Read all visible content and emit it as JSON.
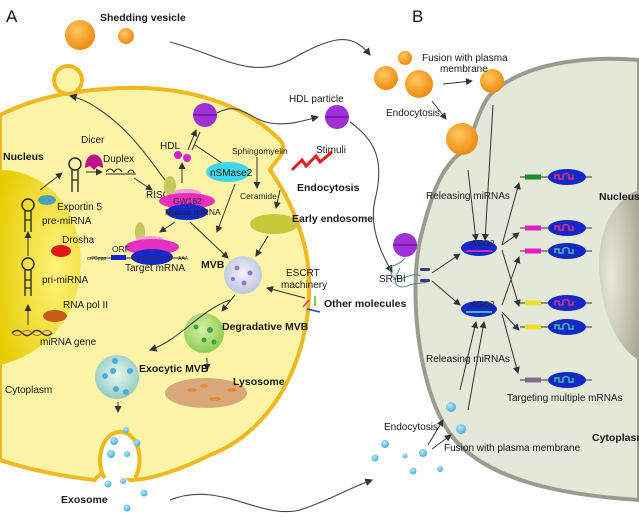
{
  "figure": {
    "panel_a_label": "A",
    "panel_b_label": "B"
  },
  "panel_a": {
    "shedding_vesicle": "Shedding vesicle",
    "nucleus": "Nucleus",
    "cytoplasm": "Cytoplasm",
    "exportin5": "Exportin 5",
    "pre_mirna": "pre-miRNA",
    "drosha": "Drosha",
    "pri_mirna": "pri-miRNA",
    "rna_pol2": "RNA pol II",
    "mirna_gene": "miRNA gene",
    "dicer": "Dicer",
    "duplex": "Duplex",
    "risc": "RISC",
    "gw182": "GW182",
    "mature_mirna": "Mature miRNA",
    "orf": "ORF",
    "cap": "m7Gppp",
    "polya": "AAA",
    "target_mrna": "Target mRNA",
    "hdl": "HDL",
    "hdl_particle": "HDL particle",
    "sphingomyelin": "Sphingomyelin",
    "nsmase2": "nSMase2",
    "ceramide": "Ceramide",
    "stimuli": "Stimuli",
    "endocytosis": "Endocytosis",
    "early_endosome": "Early endosome",
    "mvb": "MVB",
    "escrt": "ESCRT",
    "escrt2": "machinery",
    "other_molecules": "Other molecules",
    "degradative_mvb": "Degradative MVB",
    "lysosome": "Lysosome",
    "exocytic_mvb": "Exocytic MVB",
    "exosome": "Exosome"
  },
  "panel_b": {
    "fusion_top_1": "Fusion with plasma",
    "fusion_top_2": "membrane",
    "endocytosis_top": "Endocytosis",
    "releasing_top": "Releasing miRNAs",
    "sr_bi": "SR-BI",
    "ago2_a": "AGO2",
    "ago2_b": "AGO2",
    "nucleus": "Nucleus",
    "releasing_bottom": "Releasing miRNAs",
    "targeting": "Targeting multiple mRNAs",
    "cytoplasm": "Cytoplasm",
    "endocytosis_bottom": "Endocytosis",
    "fusion_bottom": "Fusion with plasma membrane",
    "target_colors": [
      "#1f8a2e",
      "#e020c0",
      "#e020c0",
      "#f0e020",
      "#f0e020",
      "#8a6a8a"
    ]
  },
  "colors": {
    "cell_a_fill": "#fbf4a6",
    "cell_a_border": "#f0b820",
    "nucleus_a": "#e8d200",
    "cell_b_fill": "#e3e8d8",
    "cell_b_border": "#9a9c90",
    "orange_vesicle": "#f59a20",
    "hdl_purple": "#a030d8",
    "exosome_blue": "#6cc2e8"
  }
}
